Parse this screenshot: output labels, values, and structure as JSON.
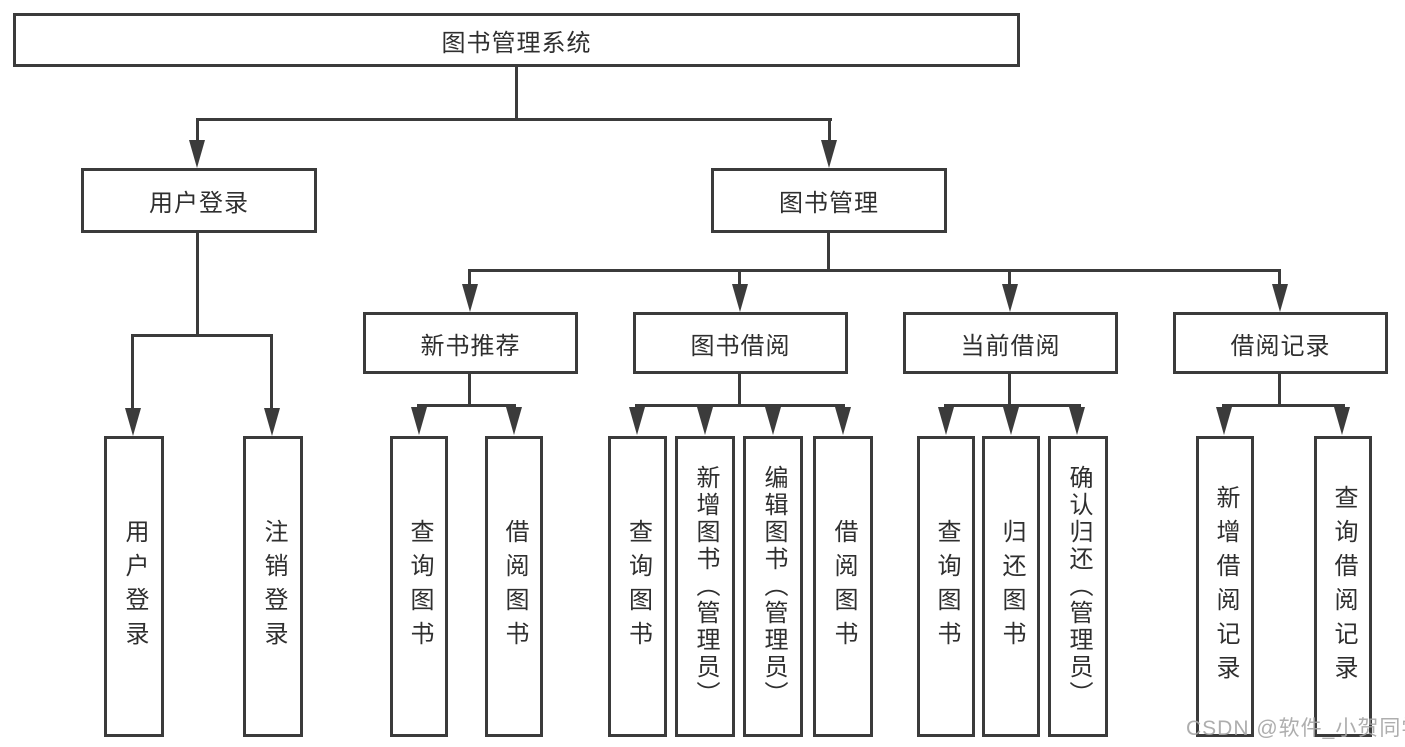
{
  "diagram": {
    "title": "图书管理系统",
    "colors": {
      "line": "#3b3b3b",
      "text": "#2f2f2f",
      "background": "#ffffff",
      "watermark": "#a5a5a5"
    },
    "nodes": {
      "root": {
        "label": "图书管理系统"
      },
      "user_login": {
        "label": "用户登录"
      },
      "book_mgmt": {
        "label": "图书管理"
      },
      "leaf_user_login": {
        "label": "用户登录"
      },
      "leaf_logout": {
        "label": "注销登录"
      },
      "new_book_rec": {
        "label": "新书推荐"
      },
      "book_borrow": {
        "label": "图书借阅"
      },
      "current_borrow": {
        "label": "当前借阅"
      },
      "borrow_records": {
        "label": "借阅记录"
      },
      "nb_query_books": {
        "label": "查询图书"
      },
      "nb_borrow_books": {
        "label": "借阅图书"
      },
      "bb_query_books": {
        "label": "查询图书"
      },
      "bb_add_book_admin": {
        "label": "新增图书（管理员）"
      },
      "bb_edit_book_admin": {
        "label": "编辑图书（管理员）"
      },
      "bb_borrow_books": {
        "label": "借阅图书"
      },
      "cb_query_books": {
        "label": "查询图书"
      },
      "cb_return_books": {
        "label": "归还图书"
      },
      "cb_confirm_return_admin": {
        "label": "确认归还（管理员）"
      },
      "br_add_record": {
        "label": "新增借阅记录"
      },
      "br_query_record": {
        "label": "查询借阅记录"
      }
    },
    "watermark": "CSDN @软件_小贺同学"
  }
}
